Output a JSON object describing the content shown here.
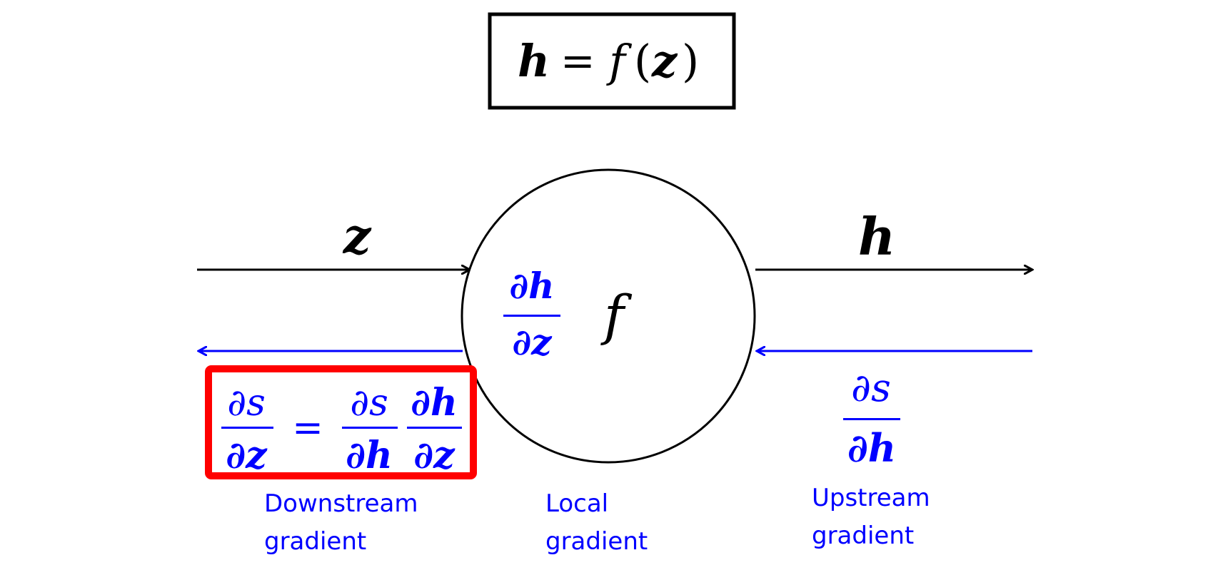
{
  "colors": {
    "forward": "#000000",
    "backward": "#0000ff",
    "highlight": "#ff0000",
    "text_blue": "#0000ff"
  },
  "equation_box": {
    "lhs": "h",
    "equals": "=",
    "func": "f",
    "open_paren": "(",
    "arg": "z",
    "close_paren": ")"
  },
  "node": {
    "function_label": "f",
    "local_gradient": {
      "numerator": "∂h",
      "denominator": "∂z"
    }
  },
  "inputs": {
    "input_label": "z",
    "output_label": "h"
  },
  "downstream": {
    "lhs": {
      "numerator": "∂s",
      "denominator": "∂z"
    },
    "equals": "=",
    "rhs_first": {
      "numerator": "∂s",
      "denominator": "∂h"
    },
    "rhs_second": {
      "numerator": "∂h",
      "denominator": "∂z"
    }
  },
  "upstream": {
    "fraction": {
      "numerator": "∂s",
      "denominator": "∂h"
    }
  },
  "labels": {
    "downstream": [
      "Downstream",
      "gradient"
    ],
    "local": [
      "Local",
      "gradient"
    ],
    "upstream": [
      "Upstream",
      "gradient"
    ]
  }
}
